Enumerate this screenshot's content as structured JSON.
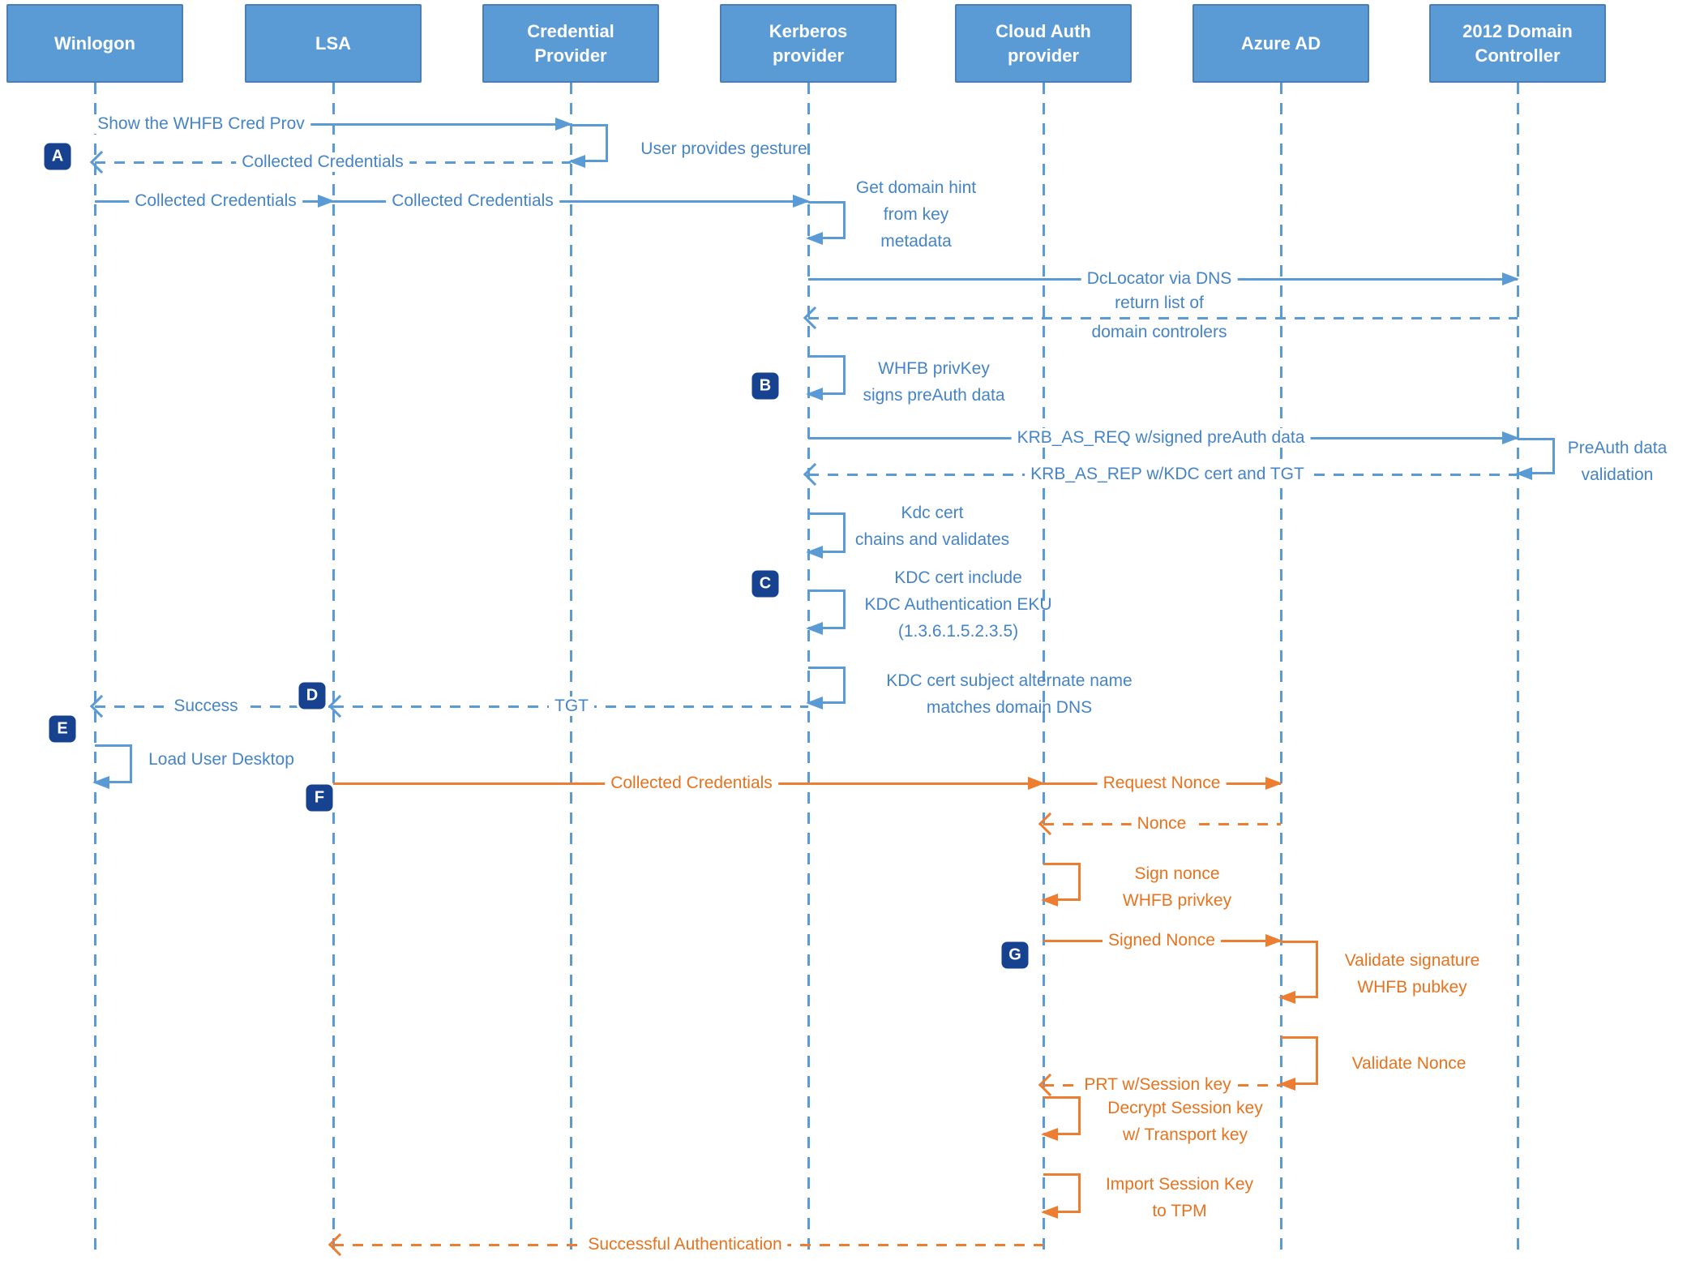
{
  "actors": [
    {
      "label": "Winlogon"
    },
    {
      "label": "LSA"
    },
    {
      "label": "Credential Provider"
    },
    {
      "label": "Kerberos provider"
    },
    {
      "label": "Cloud Auth provider"
    },
    {
      "label": "Azure AD"
    },
    {
      "label": "2012 Domain Controller"
    }
  ],
  "badges": [
    "A",
    "B",
    "C",
    "D",
    "E",
    "F",
    "G"
  ],
  "messages": {
    "show_cred_prov": "Show the WHFB Cred Prov",
    "user_gesture": "User provides gesture",
    "collected_creds_return": "Collected Credentials",
    "collected_creds_to_lsa": "Collected Credentials",
    "collected_creds_to_kerberos": "Collected Credentials",
    "get_domain_hint": [
      "Get domain hint",
      "from key",
      "metadata"
    ],
    "dclocator": "DcLocator via DNS",
    "return_dc_list": [
      "return list of",
      "domain controlers"
    ],
    "whfb_privkey_signs": [
      "WHFB privKey",
      "signs preAuth data"
    ],
    "krb_as_req": "KRB_AS_REQ w/signed preAuth data",
    "krb_as_rep": "KRB_AS_REP w/KDC cert and TGT",
    "preauth_validation": [
      "PreAuth data",
      "validation"
    ],
    "kdc_cert_chains": [
      "Kdc cert",
      "chains and validates"
    ],
    "kdc_cert_eku": [
      "KDC cert include",
      "KDC Authentication EKU",
      "(1.3.6.1.5.2.3.5)"
    ],
    "kdc_cert_san": [
      "KDC cert subject alternate name",
      "matches domain DNS"
    ],
    "tgt": "TGT",
    "success": "Success",
    "load_user_desktop": "Load User Desktop",
    "collected_creds_to_cloud": "Collected Credentials",
    "request_nonce": "Request Nonce",
    "nonce": "Nonce",
    "sign_nonce": [
      "Sign nonce",
      "WHFB privkey"
    ],
    "signed_nonce": "Signed Nonce",
    "validate_signature": [
      "Validate signature",
      "WHFB pubkey"
    ],
    "validate_nonce": "Validate Nonce",
    "prt_session_key": "PRT w/Session key",
    "decrypt_session_key": [
      "Decrypt Session key",
      "w/ Transport key"
    ],
    "import_session_key": [
      "Import Session Key",
      "to TPM"
    ],
    "successful_authentication": "Successful Authentication"
  },
  "colors": {
    "line_blue": "#5B9BD5",
    "text_blue": "#4584C6",
    "line_orange": "#ED7D31",
    "text_orange": "#E8731E",
    "badge_bg": "#17428F",
    "actor_bg": "#5B9BD5",
    "actor_border": "#4A7EB5",
    "actor_text": "#FFFFFF"
  }
}
